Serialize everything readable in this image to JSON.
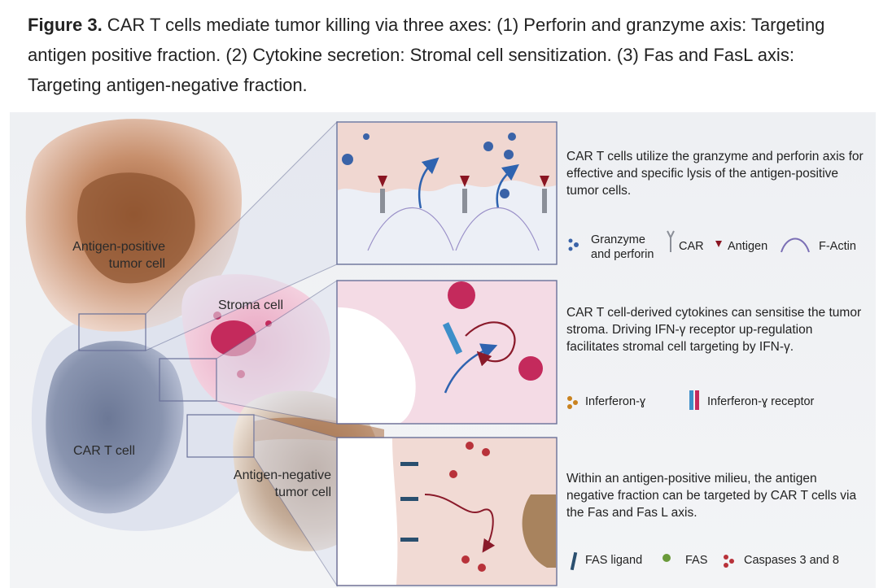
{
  "caption": {
    "figure_label": "Figure 3.",
    "text": " CAR T cells mediate tumor killing via three axes: (1) Perforin and granzyme axis: Targeting antigen positive fraction. (2) Cytokine secretion: Stromal cell sensitization. (3) Fas and FasL axis: Targeting antigen-negative fraction."
  },
  "labels": {
    "antigen_positive_line1": "Antigen-positive",
    "antigen_positive_line2": "tumor cell",
    "stroma": "Stroma cell",
    "car_t": "CAR T cell",
    "antigen_negative_line1": "Antigen-negative",
    "antigen_negative_line2": "tumor cell"
  },
  "panel1": {
    "desc": "CAR T cells utilize the granzyme and perforin axis for effective and specific lysis of the antigen-positive tumor cells.",
    "legend": {
      "granzyme_line1": "Granzyme",
      "granzyme_line2": "and perforin",
      "car": "CAR",
      "antigen": "Antigen",
      "factin": "F-Actin"
    }
  },
  "panel2": {
    "desc": "CAR T cell-derived cytokines can sensitise the tumor stroma. Driving IFN-γ receptor up-regulation facilitates stromal cell targeting by IFN-γ.",
    "legend": {
      "ifn": "Inferferon-ɣ",
      "ifn_receptor": "Inferferon-ɣ receptor"
    }
  },
  "panel3": {
    "desc": "Within an antigen-positive milieu, the antigen negative fraction can be targeted by CAR T cells via the Fas and Fas L axis.",
    "legend": {
      "fas_ligand": "FAS ligand",
      "fas": "FAS",
      "caspases": "Caspases 3 and 8"
    }
  },
  "colors": {
    "tumor_positive": "#a56a45",
    "stroma": "#c8336a",
    "car_t": "#7f8aa6",
    "granzyme": "#3a63a8",
    "ifn": "#c9821f",
    "caspase": "#b8323a"
  }
}
